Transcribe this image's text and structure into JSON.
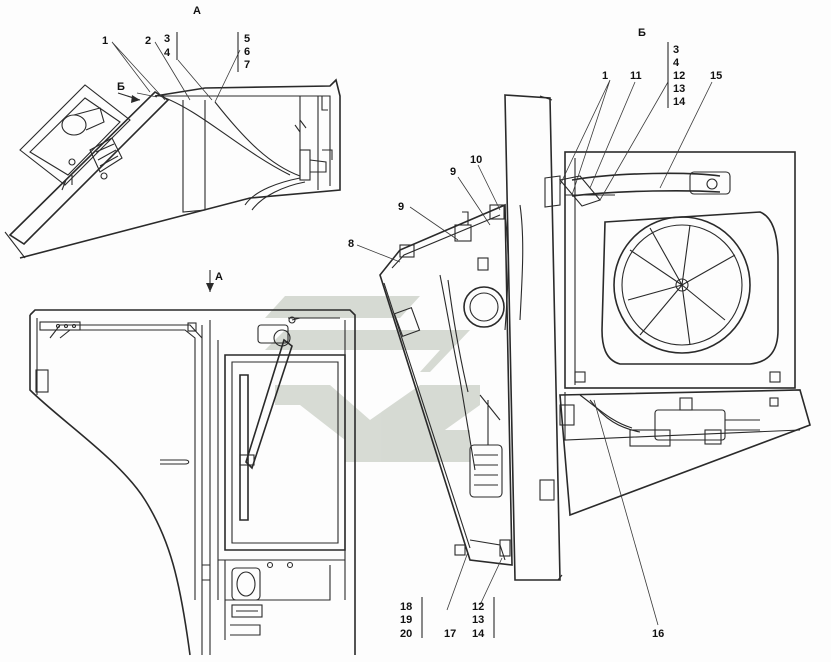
{
  "view_labels": {
    "a_top": "А",
    "b_top": "Б",
    "b_arrow": "Б",
    "a_arrow": "А"
  },
  "callouts": {
    "n1_left": "1",
    "n2": "2",
    "g1": [
      "3",
      "4"
    ],
    "g2": [
      "5",
      "6",
      "7"
    ],
    "g3": [
      "3",
      "4",
      "12",
      "13",
      "14"
    ],
    "n1_right": "1",
    "n11": "11",
    "n15": "15",
    "n10": "10",
    "n9a": "9",
    "n9b": "9",
    "n8": "8",
    "g4": [
      "18",
      "19",
      "20"
    ],
    "n17": "17",
    "g5": [
      "12",
      "13",
      "14"
    ],
    "n16": "16"
  },
  "colors": {
    "line": "#2a2a2a",
    "watermark": "#c9cfc5"
  }
}
